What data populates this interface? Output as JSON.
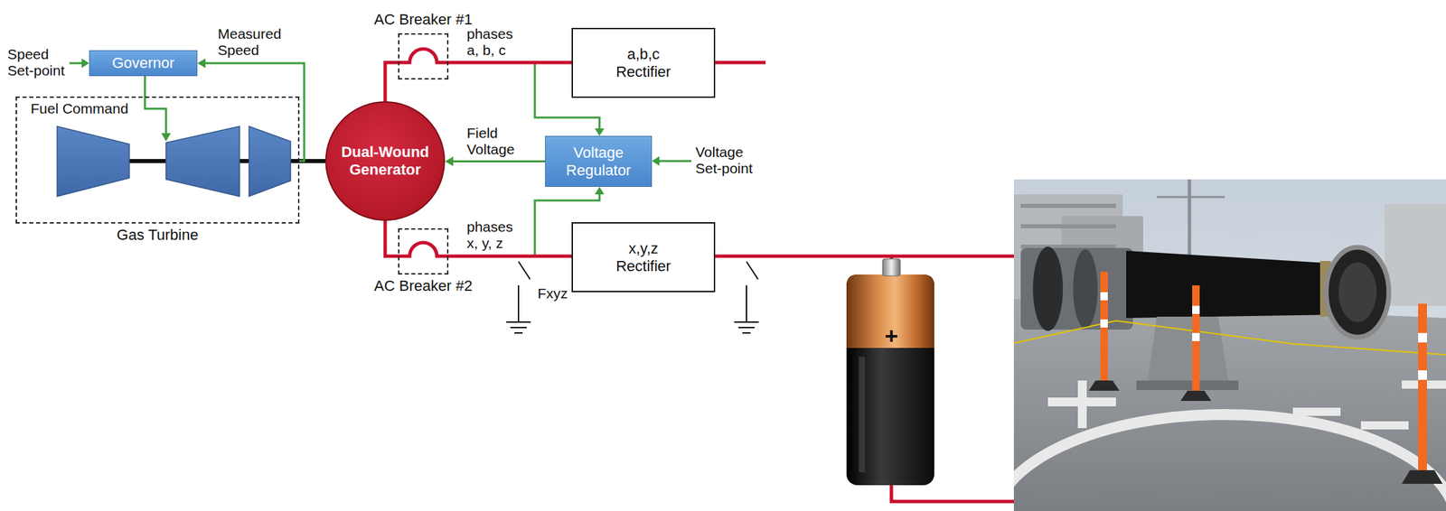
{
  "diagram": {
    "nodes": [
      {
        "text": [
          "Governor"
        ]
      },
      {
        "text": [
          "AC Breaker #1"
        ]
      },
      {
        "text": [
          "a,b,c Rectifier"
        ]
      },
      {
        "text": [
          "Gas Turbine"
        ]
      },
      {
        "text": [
          "Dual-Wound Generator"
        ]
      },
      {
        "text": [
          "Voltage Regulator"
        ]
      },
      {
        "text": [
          "AC Breaker #2"
        ]
      },
      {
        "text": [
          "x,y,z Rectifier"
        ]
      }
    ],
    "edges": [
      {
        "from": 0,
        "to": 3,
        "arrow": "to",
        "label": "Fuel Command"
      },
      {
        "from": 3,
        "to": 0,
        "arrow": "to",
        "label": "Measured Speed"
      },
      {
        "from": 4,
        "to": 1,
        "arrow": "none"
      },
      {
        "from": 1,
        "to": 2,
        "arrow": "none",
        "label": "phases a, b, c"
      },
      {
        "from": 5,
        "to": 4,
        "arrow": "to",
        "label": "Field Voltage"
      },
      {
        "from": 4,
        "to": 6,
        "arrow": "none"
      },
      {
        "from": 6,
        "to": 7,
        "arrow": "none",
        "label": "phases x, y, z"
      }
    ],
    "labels": [
      "Speed Set-point",
      "Voltage Set-point",
      "Fxyz",
      "+"
    ]
  }
}
